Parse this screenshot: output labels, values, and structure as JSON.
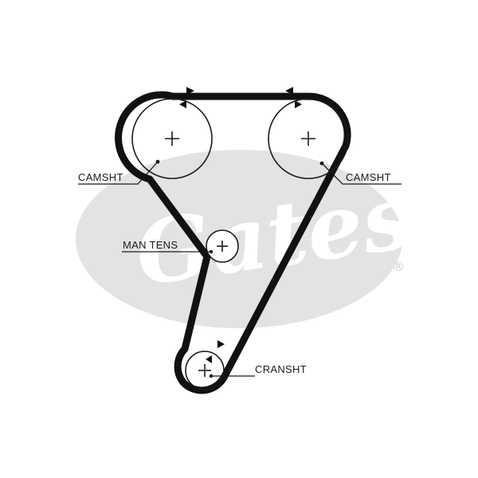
{
  "watermark": {
    "text": "Gates",
    "registered": "®",
    "color": "#e3e3e3"
  },
  "labels": {
    "camshaft_left": "CAMSHT",
    "camshaft_right": "CAMSHT",
    "tensioner": "MAN TENS",
    "crankshaft": "CRANSHT"
  },
  "colors": {
    "belt": "#111111",
    "pulley": "#1a1a1a",
    "watermark": "#e3e3e3"
  }
}
